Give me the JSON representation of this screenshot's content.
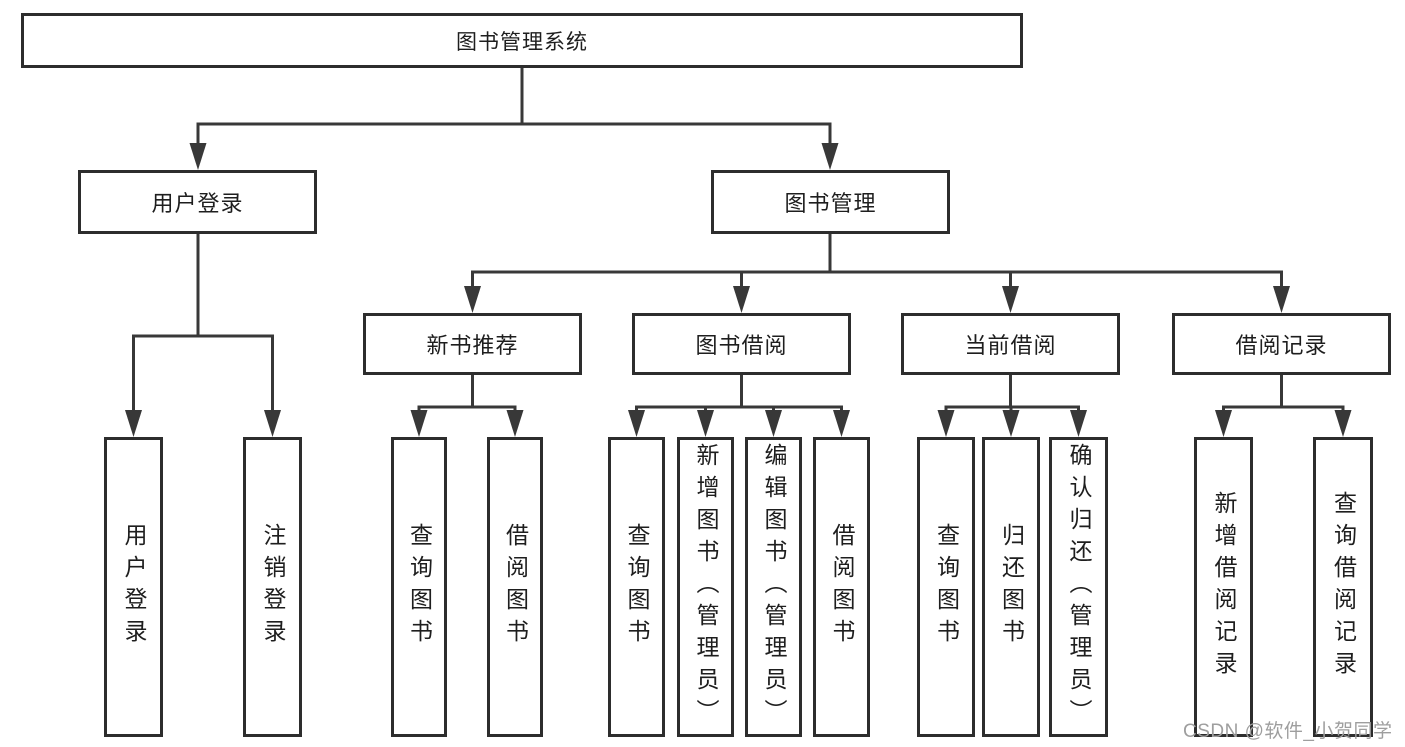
{
  "colors": {
    "line": "#383838",
    "box_border": "#2d2d2d",
    "text": "#1e1e1e",
    "watermark": "#9e9e9e",
    "background": "#ffffff"
  },
  "watermark": {
    "text": "CSDN @软件_小贺同学"
  },
  "tree": {
    "root": {
      "label": "图书管理系统"
    },
    "children": [
      {
        "label": "用户登录",
        "children": [
          {
            "label": "用户登录"
          },
          {
            "label": "注销登录"
          }
        ]
      },
      {
        "label": "图书管理",
        "children": [
          {
            "label": "新书推荐",
            "children": [
              {
                "label": "查询图书"
              },
              {
                "label": "借阅图书"
              }
            ]
          },
          {
            "label": "图书借阅",
            "children": [
              {
                "label": "查询图书"
              },
              {
                "label": "新增图书（管理员）"
              },
              {
                "label": "编辑图书（管理员）"
              },
              {
                "label": "借阅图书"
              }
            ]
          },
          {
            "label": "当前借阅",
            "children": [
              {
                "label": "查询图书"
              },
              {
                "label": "归还图书"
              },
              {
                "label": "确认归还（管理员）"
              }
            ]
          },
          {
            "label": "借阅记录",
            "children": [
              {
                "label": "新增借阅记录"
              },
              {
                "label": "查询借阅记录"
              }
            ]
          }
        ]
      }
    ]
  }
}
